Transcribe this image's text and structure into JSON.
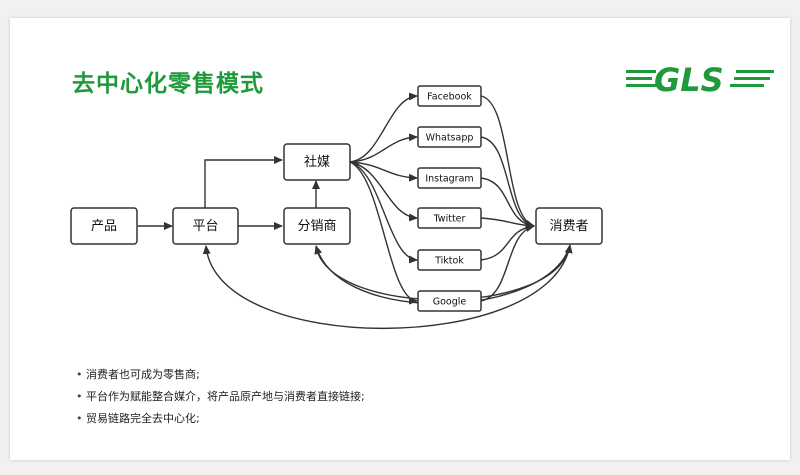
{
  "slide": {
    "title": "去中心化零售模式",
    "brand_color": "#1f9a3a",
    "logo": {
      "text": "GLS",
      "color": "#1e9a3c"
    }
  },
  "diagram": {
    "nodes": {
      "product": "产品",
      "platform": "平台",
      "social": "社媒",
      "distributor": "分销商",
      "consumer": "消费者",
      "facebook": "Facebook",
      "whatsapp": "Whatsapp",
      "instagram": "Instagram",
      "twitter": "Twitter",
      "tiktok": "Tiktok",
      "google": "Google"
    }
  },
  "bullets": [
    "消费者也可成为零售商;",
    "平台作为赋能整合媒介，将产品原产地与消费者直接链接;",
    "贸易链路完全去中心化;"
  ]
}
